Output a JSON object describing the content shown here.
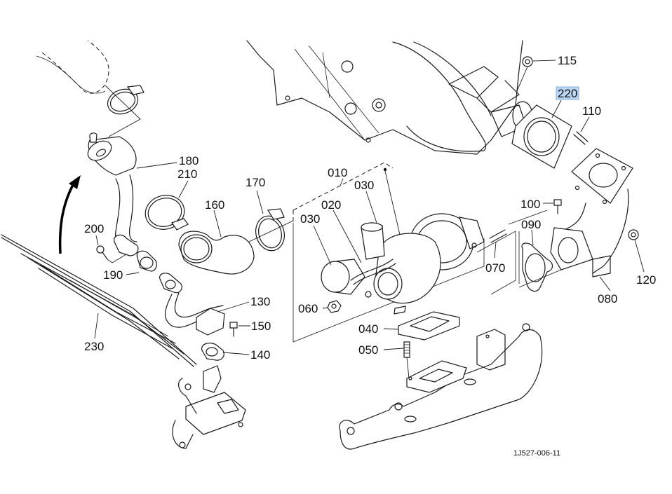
{
  "diagram": {
    "title": "Turbocharger / Exhaust Manifold Parts Diagram",
    "drawing_number": "1J527-006-11",
    "highlight_color": "#b9d6f2",
    "selected_part": "220",
    "callouts": [
      {
        "id": "c115",
        "label": "115",
        "part": "nut"
      },
      {
        "id": "c220",
        "label": "220",
        "part": "gasket",
        "highlighted": true
      },
      {
        "id": "c110",
        "label": "110",
        "part": "stud"
      },
      {
        "id": "c100",
        "label": "100",
        "part": "bolt"
      },
      {
        "id": "c090",
        "label": "090",
        "part": "gasket"
      },
      {
        "id": "c070",
        "label": "070",
        "part": "stud"
      },
      {
        "id": "c120",
        "label": "120",
        "part": "nut"
      },
      {
        "id": "c080",
        "label": "080",
        "part": "elbow pipe"
      },
      {
        "id": "c010",
        "label": "010",
        "part": "turbocharger assembly"
      },
      {
        "id": "c030a",
        "label": "030",
        "part": "hose"
      },
      {
        "id": "c020",
        "label": "020",
        "part": "pipe"
      },
      {
        "id": "c030b",
        "label": "030",
        "part": "hose"
      },
      {
        "id": "c060",
        "label": "060",
        "part": "nut"
      },
      {
        "id": "c040",
        "label": "040",
        "part": "gasket"
      },
      {
        "id": "c050",
        "label": "050",
        "part": "stud"
      },
      {
        "id": "c170",
        "label": "170",
        "part": "hose clamp"
      },
      {
        "id": "c160",
        "label": "160",
        "part": "hose"
      },
      {
        "id": "c180",
        "label": "180",
        "part": "breather"
      },
      {
        "id": "c210",
        "label": "210",
        "part": "hose clamp"
      },
      {
        "id": "c200",
        "label": "200",
        "part": "bolt"
      },
      {
        "id": "c190",
        "label": "190",
        "part": "gasket"
      },
      {
        "id": "c130",
        "label": "130",
        "part": "pipe"
      },
      {
        "id": "c150",
        "label": "150",
        "part": "bolt"
      },
      {
        "id": "c140",
        "label": "140",
        "part": "gasket"
      },
      {
        "id": "c230",
        "label": "230",
        "part": "heat shield"
      }
    ]
  }
}
